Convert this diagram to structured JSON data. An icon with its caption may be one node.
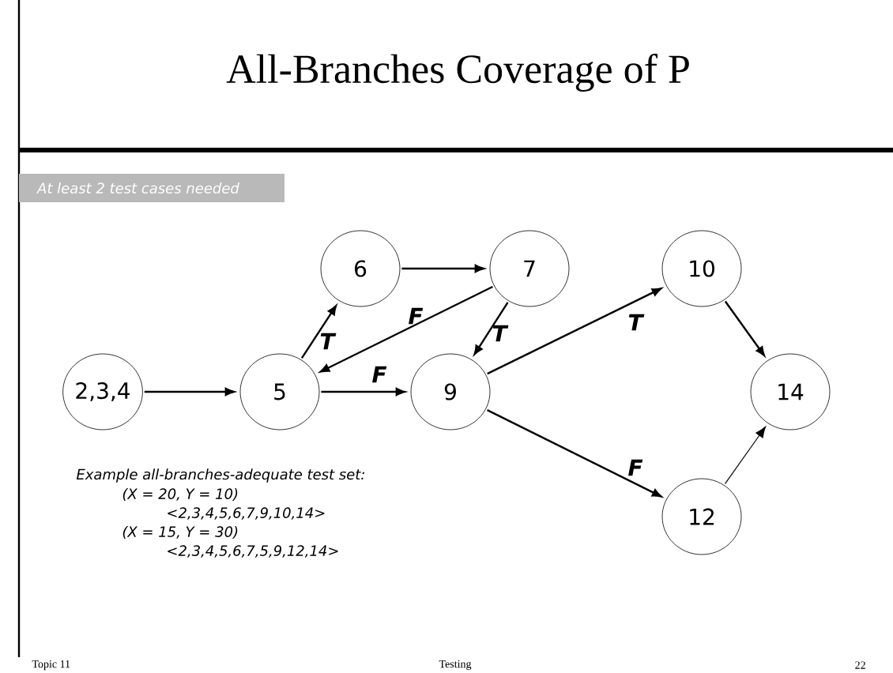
{
  "diagram": {
    "title": "All-Branches Coverage of P",
    "nodes": [
      {
        "text": [
          "2,3,4"
        ]
      },
      {
        "text": [
          "5"
        ]
      },
      {
        "text": [
          "6"
        ]
      },
      {
        "text": [
          "7"
        ]
      },
      {
        "text": [
          "9"
        ]
      },
      {
        "text": [
          "10"
        ]
      },
      {
        "text": [
          "14"
        ]
      },
      {
        "text": [
          "12"
        ]
      }
    ],
    "edges": [
      {
        "from": 0,
        "to": 1,
        "arrow": "to"
      },
      {
        "from": 1,
        "to": 2,
        "arrow": "to",
        "label": "T"
      },
      {
        "from": 2,
        "to": 3,
        "arrow": "to"
      },
      {
        "from": 3,
        "to": 1,
        "arrow": "to",
        "label": "F"
      },
      {
        "from": 3,
        "to": 4,
        "arrow": "to",
        "label": "T"
      },
      {
        "from": 1,
        "to": 4,
        "arrow": "to",
        "label": "F"
      },
      {
        "from": 4,
        "to": 5,
        "arrow": "to",
        "label": "T"
      },
      {
        "from": 4,
        "to": 7,
        "arrow": "to",
        "label": "F"
      },
      {
        "from": 5,
        "to": 6,
        "arrow": "to"
      },
      {
        "from": 7,
        "to": 6,
        "arrow": "to"
      }
    ],
    "labels": [
      "At least 2 test cases needed",
      "Example all-branches-adequate test set:",
      "(X = 20, Y = 10)",
      "<2,3,4,5,6,7,9,10,14>",
      "(X = 15, Y = 30)",
      "<2,3,4,5,6,7,5,9,12,14>",
      "Topic 11",
      "Testing",
      "22"
    ]
  }
}
